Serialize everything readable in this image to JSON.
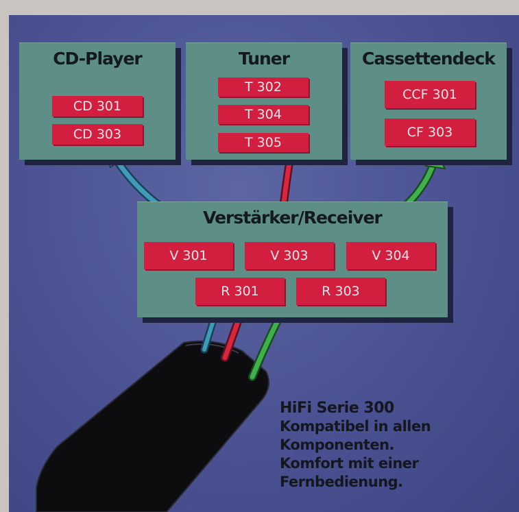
{
  "groups": {
    "cd": {
      "title": "CD-Player",
      "models": [
        "CD 301",
        "CD 303"
      ]
    },
    "tuner": {
      "title": "Tuner",
      "models": [
        "T 302",
        "T 304",
        "T 305"
      ]
    },
    "tape": {
      "title": "Cassettendeck",
      "models": [
        "CCF 301",
        "CF 303"
      ]
    },
    "amp": {
      "title": "Verstärker/Receiver",
      "models_top": [
        "V 301",
        "V 303",
        "V 304"
      ],
      "models_bottom": [
        "R 301",
        "R 303"
      ]
    }
  },
  "caption": {
    "heading": "HiFi Serie 300",
    "lines": [
      "Kompatibel in allen",
      "Komponenten.",
      "Komfort mit einer",
      "Fernbedienung."
    ]
  },
  "colors": {
    "background": "#4a5293",
    "box": "#5e8f86",
    "model": "#d31f3f",
    "arrow_cd": "#3f9bb8",
    "arrow_tuner": "#d7263d",
    "arrow_tape": "#3fb04b",
    "cable": "#111111"
  }
}
